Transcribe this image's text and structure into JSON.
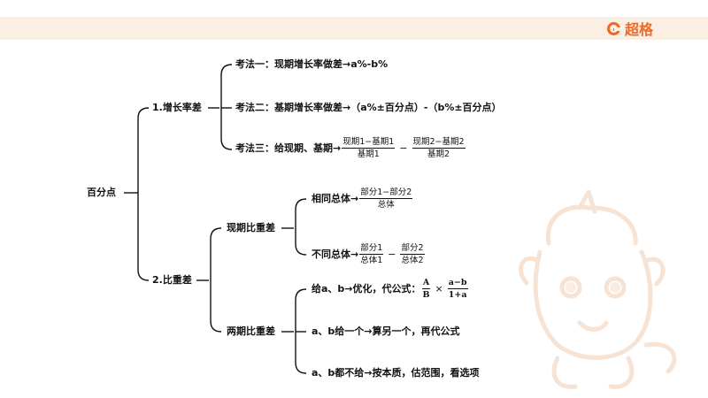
{
  "brand": {
    "name": "超格",
    "color": "#f06a24",
    "bar_color": "#fbeee2"
  },
  "root": {
    "label": "百分点"
  },
  "branch1": {
    "label": "1.增长率差",
    "method1": "考法一：现期增长率做差→a%-b%",
    "method2": "考法二：基期增长率做差→（a%±百分点）-（b%±百分点）",
    "method3": {
      "prefix": "考法三：给现期、基期→",
      "frac1_num": "现期1−基期1",
      "frac1_den": "基期1",
      "minus": "−",
      "frac2_num": "现期2−基期2",
      "frac2_den": "基期2"
    }
  },
  "branch2": {
    "label": "2.比重差",
    "current": {
      "label": "现期比重差",
      "same": {
        "prefix": "相同总体→",
        "num": "部分1−部分2",
        "den": "总体"
      },
      "diff": {
        "prefix": "不同总体→",
        "frac1_num": "部分1",
        "frac1_den": "总体1",
        "minus": "−",
        "frac2_num": "部分2",
        "frac2_den": "总体2"
      }
    },
    "two_period": {
      "label": "两期比重差",
      "item1": {
        "prefix": "给a、b→优化，代公式：",
        "f1_num": "A",
        "f1_den": "B",
        "times": "×",
        "f2_num": "a−b",
        "f2_den": "1+a"
      },
      "item2": "a、b给一个→算另一个，再代公式",
      "item3": "a、b都不给→按本质，估范围，看选项"
    }
  }
}
